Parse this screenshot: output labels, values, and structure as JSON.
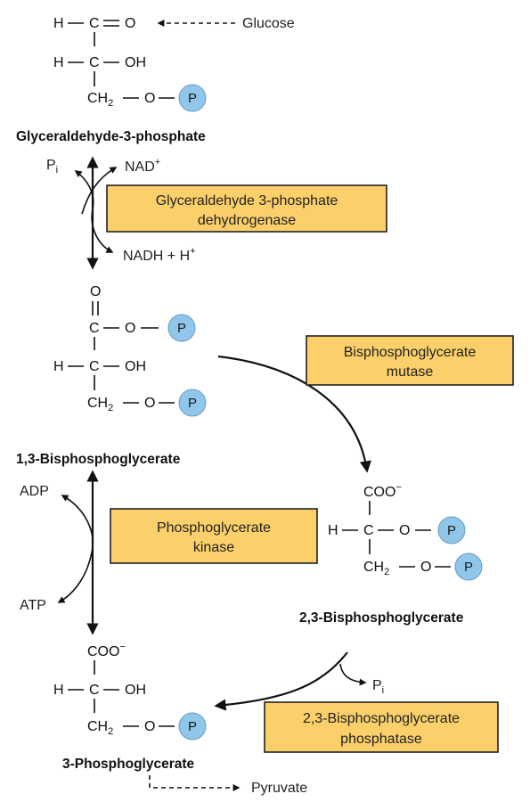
{
  "atoms": {
    "H": "H",
    "C": "C",
    "O": "O",
    "OH": "OH",
    "CH": "CH",
    "sub2": "2",
    "COO": "COO",
    "minus": "−",
    "P": "P"
  },
  "labels": {
    "glucose": "Glucose",
    "pyruvate": "Pyruvate",
    "pi_main": "P",
    "pi_sub": "i",
    "nad_main": "NAD",
    "nad_sup": "+",
    "nadh_main": "NADH + H",
    "nadh_sup": "+",
    "adp": "ADP",
    "atp": "ATP"
  },
  "compounds": {
    "g3p": "Glyceraldehyde-3-phosphate",
    "bpg13": "1,3-Bisphosphoglycerate",
    "bpg23": "2,3-Bisphosphoglycerate",
    "pg3": "3-Phosphoglycerate"
  },
  "enzymes": {
    "g3pdh_line1": "Glyceraldehyde 3-phosphate",
    "g3pdh_line2": "dehydrogenase",
    "mutase_line1": "Bisphosphoglycerate",
    "mutase_line2": "mutase",
    "pgk_line1": "Phosphoglycerate",
    "pgk_line2": "kinase",
    "phosphatase_line1": "2,3-Bisphosphoglycerate",
    "phosphatase_line2": "phosphatase"
  },
  "colors": {
    "enzyme_box": "#fbd06a",
    "phosphate_circle": "#8fc6ea"
  }
}
